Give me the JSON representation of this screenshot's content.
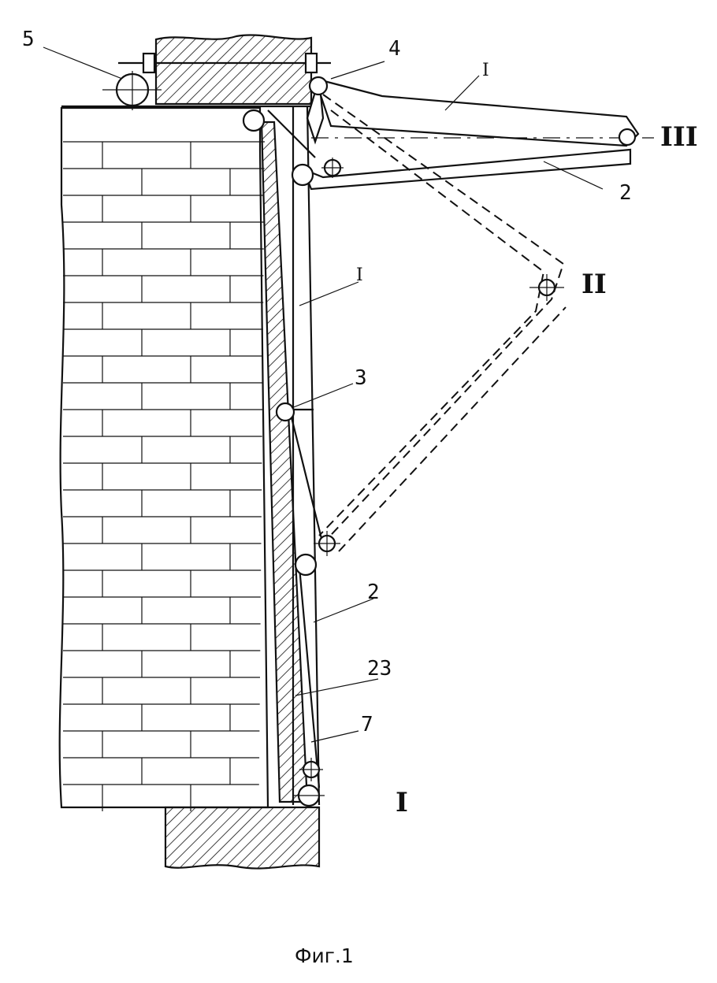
{
  "figure": {
    "caption": "Фиг.1",
    "labels": {
      "n5": "5",
      "n4": "4",
      "n1_top": "I",
      "n2_top": "2",
      "n1_mid": "I",
      "n3": "3",
      "n2_low": "2",
      "n23": "23",
      "n7": "7"
    },
    "positions": {
      "p3": "III",
      "p2": "II",
      "p1": "I"
    }
  }
}
